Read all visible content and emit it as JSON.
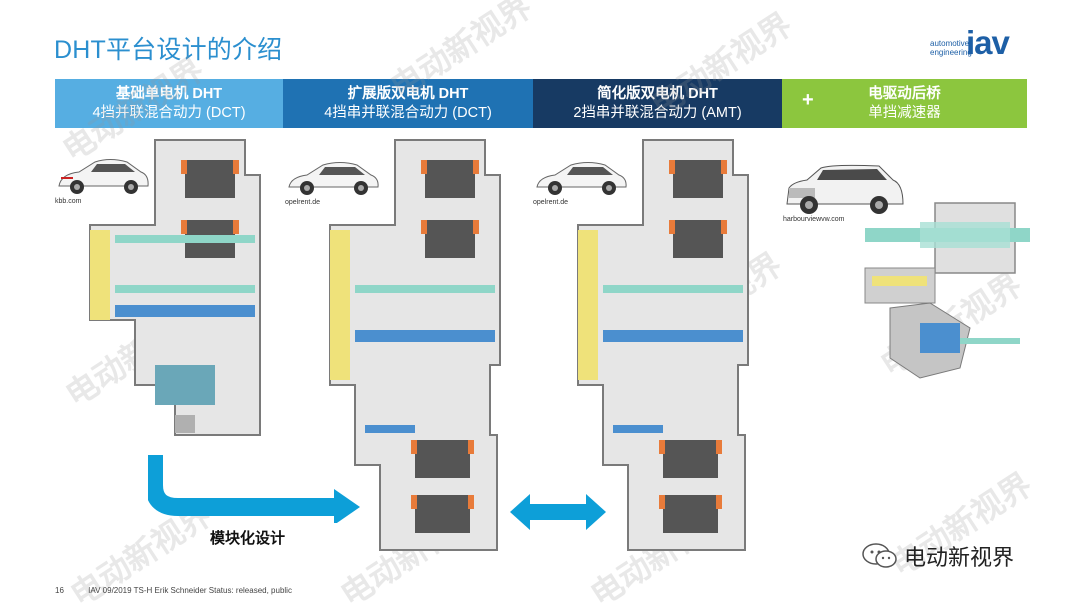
{
  "title": "DHT平台设计的介绍",
  "logo": {
    "line1": "automotive",
    "line2": "engineering",
    "mark": "iav"
  },
  "header": [
    {
      "line1": "基础单电机 DHT",
      "line2": "4挡并联混合动力 (DCT)"
    },
    {
      "line1": "扩展版双电机 DHT",
      "line2": "4挡串并联混合动力 (DCT)"
    },
    {
      "line1": "简化版双电机 DHT",
      "line2": "2挡串并联混合动力 (AMT)"
    },
    {
      "plus": "+",
      "line1": "电驱动后桥",
      "line2": "单挡减速器"
    }
  ],
  "cars": [
    {
      "caption": "kbb.com"
    },
    {
      "caption": "opelrent.de"
    },
    {
      "caption": "opelrent.de"
    },
    {
      "caption": "harbourviewvw.com"
    }
  ],
  "block_label": "模块化设计",
  "footer": {
    "page": "16",
    "text": "IAV  09/2019  TS-H  Erik Schneider  Status: released, public"
  },
  "watermark": "电动新视界",
  "wechat": {
    "name": "电动新视界"
  },
  "colors": {
    "title": "#2b8fcf",
    "col1": "#56aee2",
    "col2": "#1f72b3",
    "col3": "#173a63",
    "col4": "#8cc63e",
    "arrow": "#0d9fd8"
  }
}
